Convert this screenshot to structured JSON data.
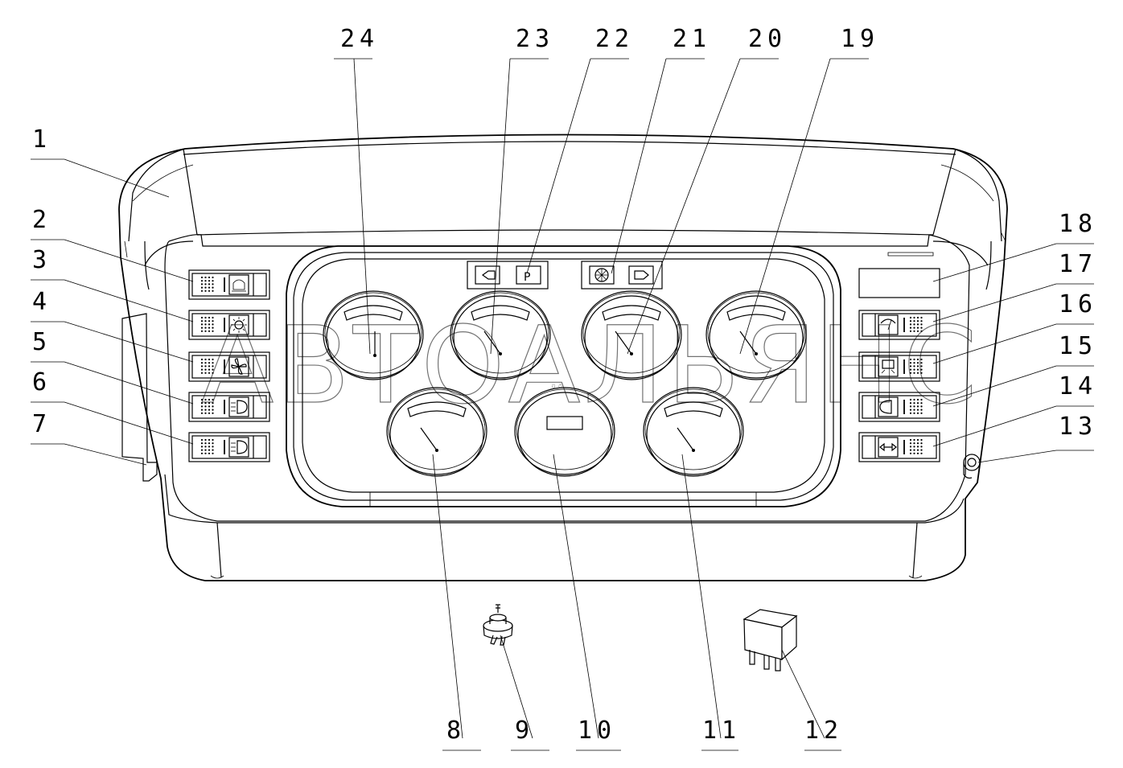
{
  "drawing": {
    "callouts": [
      "1",
      "2",
      "3",
      "4",
      "5",
      "6",
      "7",
      "8",
      "9",
      "10",
      "11",
      "12",
      "13",
      "14",
      "15",
      "16",
      "17",
      "18",
      "19",
      "20",
      "21",
      "22",
      "23",
      "24"
    ],
    "indicator_left": [
      "⇦",
      "P"
    ],
    "watermark": "АВТОАЛЬЯНС"
  }
}
